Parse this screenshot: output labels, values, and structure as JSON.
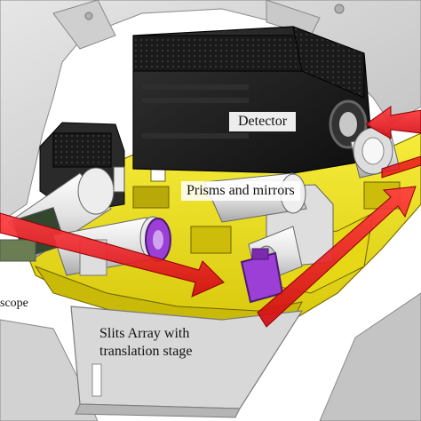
{
  "labels": {
    "detector": "Detector",
    "prisms_and_mirrors": "Prisms and mirrors",
    "telescope_fragment": "scope",
    "slits_line1": "Slits Array  with",
    "slits_line2": "translation stage"
  },
  "colors": {
    "bench_yellow": "#f2e51c",
    "frame_grey": "#d6d6d6",
    "detector_black": "#1c1c1c",
    "lens_white": "#f0f0f0",
    "optic_purple": "#9b3fd6",
    "beam_red": "#e8151a"
  }
}
